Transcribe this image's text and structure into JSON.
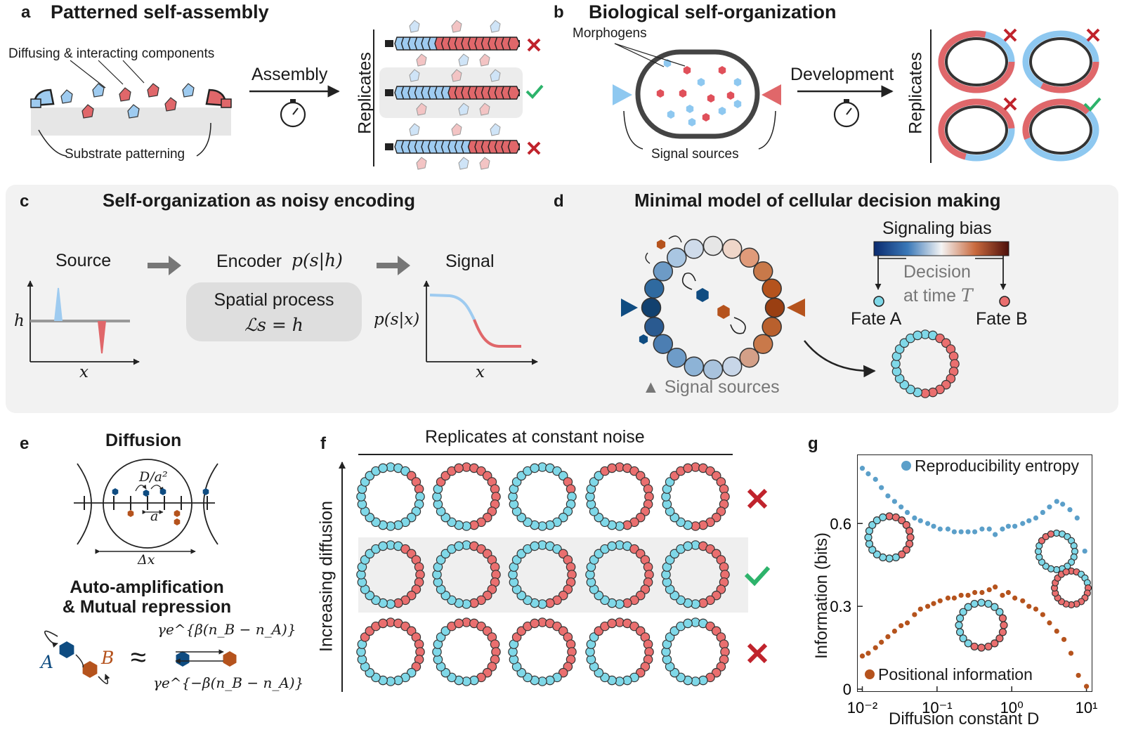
{
  "panels": {
    "a": {
      "label": "a",
      "title": "Patterned self-assembly",
      "components_label": "Diffusing & interacting components",
      "substrate_label": "Substrate patterning",
      "arrow_label": "Assembly",
      "replicates_label": "Replicates"
    },
    "b": {
      "label": "b",
      "title": "Biological self-organization",
      "morphogens_label": "Morphogens",
      "signal_label": "Signal sources",
      "arrow_label": "Development",
      "replicates_label": "Replicates"
    },
    "c": {
      "label": "c",
      "title": "Self-organization as noisy encoding",
      "source_label": "Source",
      "encoder_label": "Encoder",
      "encoder_math": "p(s|h)",
      "box_title": "Spatial process",
      "box_math": "ℒs = h",
      "signal_label": "Signal",
      "h_label": "h",
      "x_label": "x",
      "p_label": "p(s|x)",
      "x_label2": "x"
    },
    "d": {
      "label": "d",
      "title": "Minimal model of cellular decision making",
      "bias_label": "Signaling bias",
      "decision_label": "Decision",
      "at_time_label": "at time",
      "time_symbol": "T",
      "fate_a": "Fate A",
      "fate_b": "Fate B",
      "signal_sources_label": "▲ Signal sources"
    },
    "e": {
      "label": "e",
      "title": "Diffusion",
      "d_over_a2": "D/a²",
      "a_label": "a",
      "dx_label": "Δx",
      "subtitle1": "Auto-amplification",
      "subtitle2": "& Mutual repression",
      "A": "A",
      "B": "B",
      "approx": "≈",
      "rate_plus": "γe^{β(n_B − n_A)}",
      "rate_minus": "γe^{−β(n_B − n_A)}"
    },
    "f": {
      "label": "f",
      "title": "Replicates at constant noise",
      "y_label": "Increasing diffusion"
    },
    "g": {
      "label": "g"
    }
  },
  "colors": {
    "blue_light": "#9ecbf0",
    "red": "#e0676a",
    "cyan": "#7fd8e8",
    "ring_red": "#ea6f6f",
    "dark_blue": "#0f4c81",
    "brown": "#b5531d",
    "check_green": "#2db36b",
    "cross_red": "#c0232c"
  },
  "chart_data": {
    "type": "scatter",
    "xlabel": "Diffusion constant D",
    "ylabel": "Information (bits)",
    "x_scale": "log",
    "xlim": [
      0.0085,
      12
    ],
    "ylim": [
      -0.01,
      0.85
    ],
    "x_ticks": [
      "10⁻²",
      "10⁻¹",
      "10⁰",
      "10¹"
    ],
    "y_ticks": [
      "0",
      "0.3",
      "0.6"
    ],
    "legend_placement": "inside",
    "series": [
      {
        "name": "Reproducibility entropy",
        "color": "#5b9fc9",
        "x": [
          0.01,
          0.012,
          0.015,
          0.018,
          0.022,
          0.027,
          0.033,
          0.04,
          0.05,
          0.06,
          0.075,
          0.09,
          0.11,
          0.14,
          0.17,
          0.21,
          0.26,
          0.32,
          0.4,
          0.5,
          0.6,
          0.75,
          0.9,
          1.1,
          1.4,
          1.7,
          2.1,
          2.6,
          3.2,
          4.0,
          4.8,
          6.0,
          7.5,
          9.5
        ],
        "y": [
          0.8,
          0.78,
          0.76,
          0.73,
          0.7,
          0.68,
          0.66,
          0.64,
          0.62,
          0.61,
          0.6,
          0.59,
          0.58,
          0.58,
          0.57,
          0.57,
          0.57,
          0.57,
          0.58,
          0.58,
          0.56,
          0.58,
          0.59,
          0.59,
          0.6,
          0.61,
          0.62,
          0.64,
          0.66,
          0.68,
          0.67,
          0.65,
          0.62,
          0.5
        ]
      },
      {
        "name": "Positional information",
        "color": "#b5531d",
        "x": [
          0.01,
          0.012,
          0.015,
          0.018,
          0.022,
          0.027,
          0.033,
          0.04,
          0.05,
          0.06,
          0.075,
          0.09,
          0.11,
          0.14,
          0.17,
          0.21,
          0.26,
          0.32,
          0.4,
          0.5,
          0.6,
          0.75,
          0.9,
          1.1,
          1.4,
          1.7,
          2.1,
          2.6,
          3.2,
          4.0,
          5.0,
          6.2,
          7.8,
          10.0
        ],
        "y": [
          0.12,
          0.13,
          0.15,
          0.17,
          0.19,
          0.21,
          0.23,
          0.24,
          0.27,
          0.29,
          0.3,
          0.31,
          0.32,
          0.33,
          0.33,
          0.34,
          0.34,
          0.35,
          0.35,
          0.36,
          0.37,
          0.34,
          0.35,
          0.33,
          0.32,
          0.3,
          0.29,
          0.27,
          0.24,
          0.21,
          0.18,
          0.13,
          0.05,
          0.01
        ]
      }
    ]
  }
}
